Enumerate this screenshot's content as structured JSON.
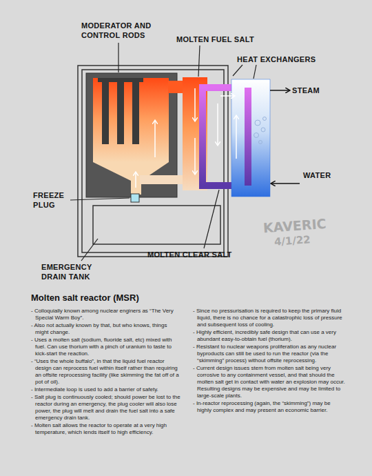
{
  "diagram": {
    "title": "Molten salt reactor (MSR)",
    "labels": [
      "MODERATOR AND CONTROL RODS",
      "MOLTEN FUEL SALT",
      "HEAT EXCHANGERS",
      "STEAM",
      "WATER",
      "FREEZE PLUG",
      "EMERGENCY DRAIN TANK",
      "MOLTEN CLEAR SALT",
      "KAVERIC",
      "4/1/22",
      "- Colloquially known among nuclear enginers as “The Very Special Warm Boy”.",
      "- Also not actually known by that, but who knows, things might change.",
      "- Uses a molten salt (sodium, fluoride salt, etc) mixed with fuel. Can use thorium with a pinch of uranium to taste to kick-start the reaction.",
      "- “Uses the whole buffalo”, in that the liquid fuel reactor design can reprocess fuel within itself rather than requiring an offsite reprocessing facility (like skimming the fat off of a pot of oil).",
      "- Intermediate loop is used to add a barrier of safety.",
      "- Salt plug is continuously cooled; should power be lost to the reactor during an emergency, the plug cooler will also lose power, the plug will melt and drain the fuel salt into a safe emergency drain tank.",
      "- Molten salt allows the reactor to operate at a very high temperature, which lends itself to high efficiency.",
      "- Since no pressurisation is required to keep the primary fluid liquid, there is no chance for a catastrophic loss of pressure and subsequent loss of cooling.",
      "- Highly efficient, incredibly safe design that can use a very abundant easy-to-obtain fuel (thorium).",
      "- Resistant to nuclear weapons proliferation as any nuclear byproducts can still be used to run the reactor (via the “skimming” process) without offsite reprocessing.",
      "- Current design issues stem from molten salt being very corrosive to any containment vessel, and that should the molten salt get in contact with water an explosion may occur. Resulting designs may be expensive and may be limited to large-scale plants.",
      "- In-reactor reprocessing (again, the “skimming”) may be highly complex and may present an economic barrier."
    ]
  }
}
